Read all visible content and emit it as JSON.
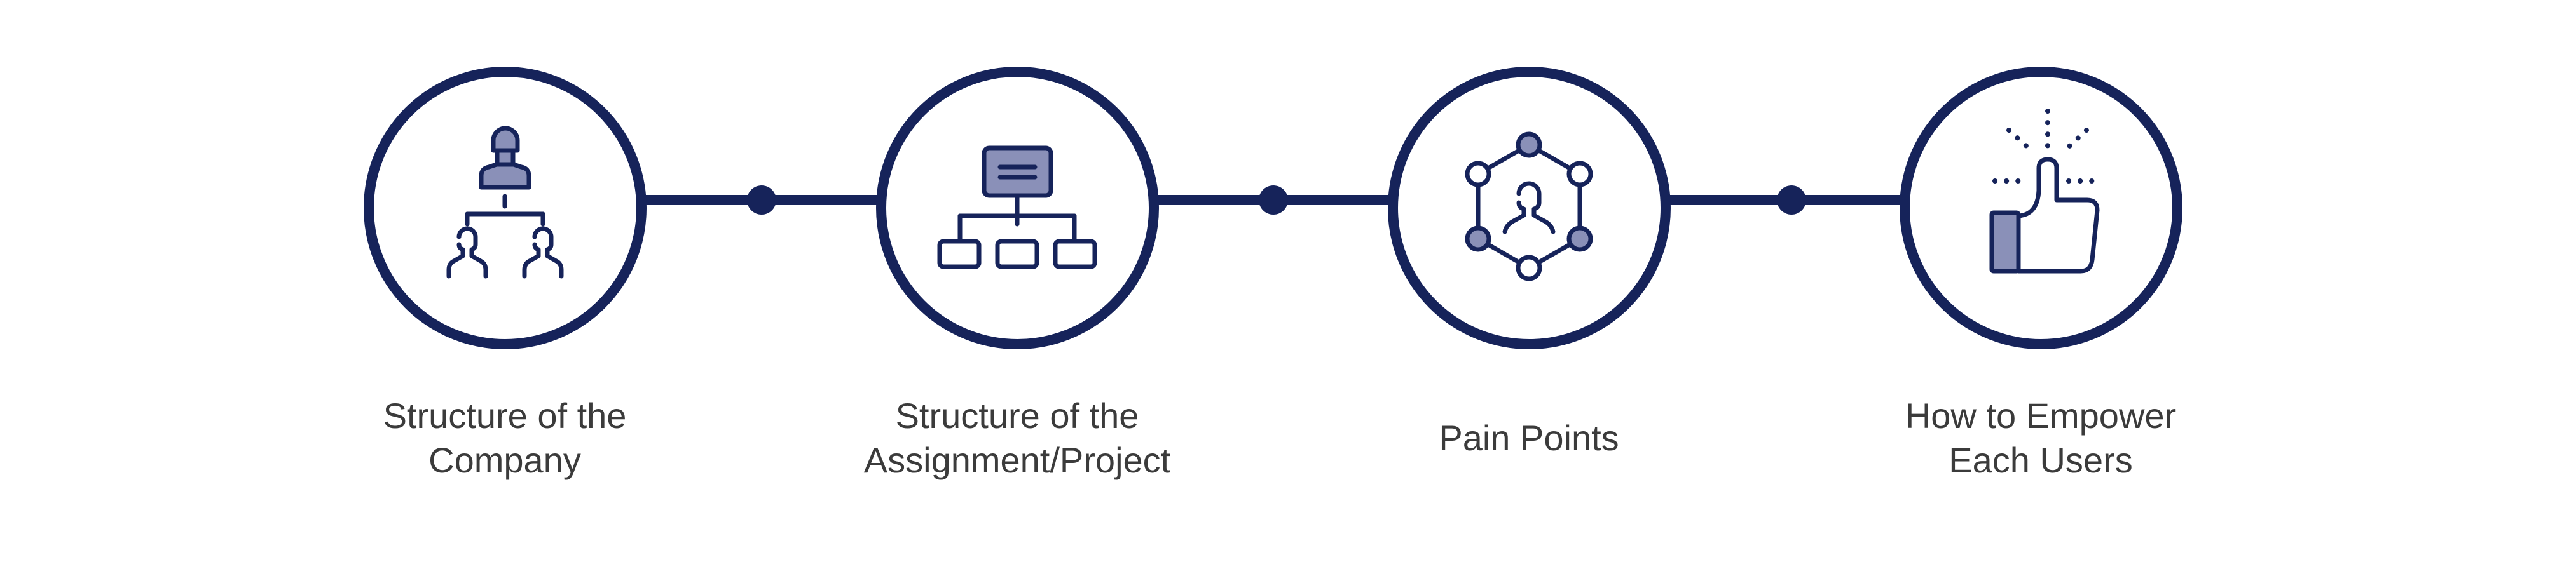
{
  "colors": {
    "primary": "#16235a",
    "accent_fill": "#8a90b8",
    "text": "#3b3b3b",
    "background": "#ffffff"
  },
  "steps": [
    {
      "icon": "org-chart-people-icon",
      "label_lines": [
        "Structure of the",
        "Company"
      ]
    },
    {
      "icon": "hierarchy-diagram-icon",
      "label_lines": [
        "Structure of the",
        "Assignment/Project"
      ]
    },
    {
      "icon": "network-person-icon",
      "label_lines": [
        "Pain Points"
      ]
    },
    {
      "icon": "thumbs-up-icon",
      "label_lines": [
        "How to Empower",
        "Each Users"
      ]
    }
  ]
}
